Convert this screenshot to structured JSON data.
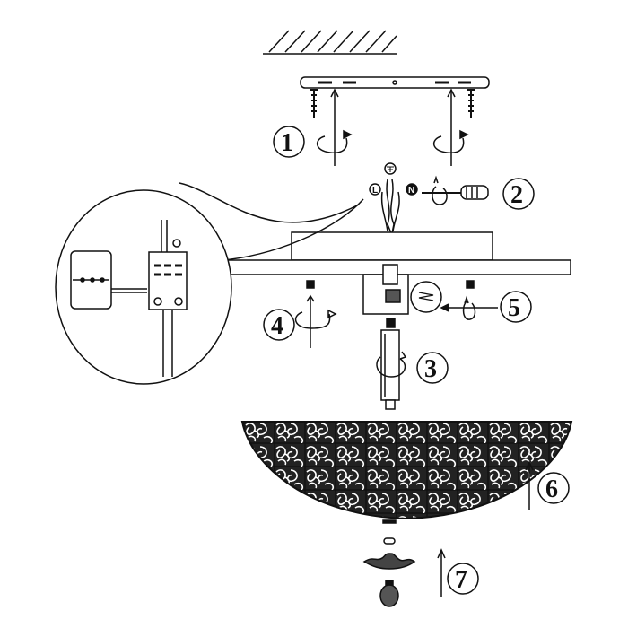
{
  "diagram": {
    "title": "Ceiling lamp installation diagram",
    "steps": [
      "1",
      "2",
      "3",
      "4",
      "5",
      "6",
      "7"
    ],
    "wire_labels": {
      "live": "L",
      "neutral": "N"
    },
    "icons": [
      "ground-symbol-icon",
      "screwdriver-icon",
      "bulb-icon",
      "terminal-block-icon"
    ],
    "colors": {
      "line": "#111111",
      "background": "#ffffff"
    }
  }
}
